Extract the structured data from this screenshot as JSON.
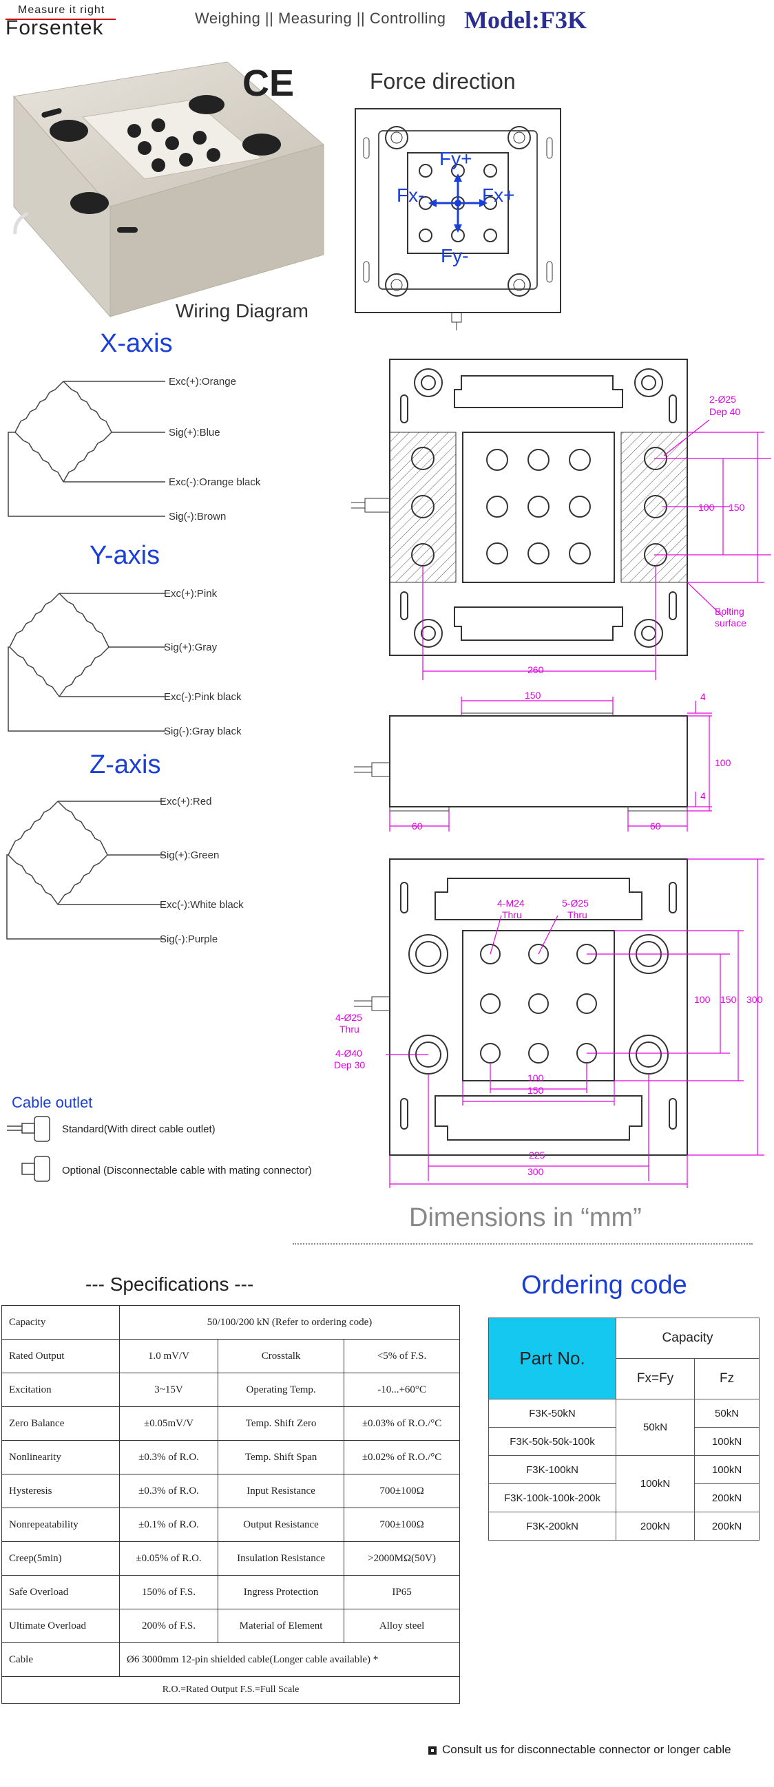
{
  "header": {
    "brand_tagline": "Measure it right",
    "brand": "Forsentek",
    "tagline": "Weighing || Measuring || Controlling",
    "model": "Model:F3K"
  },
  "photo": {
    "ce_mark": "CE"
  },
  "force_direction": {
    "title": "Force direction",
    "labels": {
      "fy_plus": "Fy+",
      "fx_minus": "Fx-",
      "fx_plus": "Fx+",
      "fy_minus": "Fy-"
    }
  },
  "wiring": {
    "title": "Wiring Diagram",
    "axes": [
      {
        "name": "X-axis",
        "labels": [
          "Exc(+):Orange",
          "Sig(+):Blue",
          "Exc(-):Orange black",
          "Sig(-):Brown"
        ]
      },
      {
        "name": "Y-axis",
        "labels": [
          "Exc(+):Pink",
          "Sig(+):Gray",
          "Exc(-):Pink black",
          "Sig(-):Gray black"
        ]
      },
      {
        "name": "Z-axis",
        "labels": [
          "Exc(+):Red",
          "Sig(+):Green",
          "Exc(-):White black",
          "Sig(-):Purple"
        ]
      }
    ]
  },
  "drawings": {
    "top": {
      "hole_note_1": "2-Ø25",
      "hole_note_2": "Dep 40",
      "dim_100": "100",
      "dim_150": "150",
      "bolting_1": "Bolting",
      "bolting_2": "surface",
      "dim_260": "260"
    },
    "side": {
      "dim_150": "150",
      "dim_4a": "4",
      "dim_100": "100",
      "dim_4b": "4",
      "dim_60a": "60",
      "dim_60b": "60"
    },
    "bottom": {
      "m24_1": "4-M24",
      "m24_2": "Thru",
      "d25_1": "5-Ø25",
      "d25_2": "Thru",
      "left_1": "4-Ø25",
      "left_2": "Thru",
      "left_3": "4-Ø40",
      "left_4": "Dep 30",
      "dim_100v": "100",
      "dim_150v": "150",
      "dim_300v": "300",
      "dim_100h": "100",
      "dim_150h": "150",
      "dim_225": "225",
      "dim_300h": "300"
    }
  },
  "cable_outlet": {
    "title": "Cable outlet",
    "standard": "Standard(With direct cable outlet)",
    "optional": "Optional (Disconnectable cable with mating connector)"
  },
  "dimensions_note": "Dimensions in “mm”",
  "specifications": {
    "title": "--- Specifications  ---",
    "capacity_label": "Capacity",
    "capacity_value": "50/100/200 kN (Refer to ordering code)",
    "rows": [
      [
        "Rated Output",
        "1.0 mV/V",
        "Crosstalk",
        "<5% of F.S."
      ],
      [
        "Excitation",
        "3~15V",
        "Operating Temp.",
        "-10...+60°C"
      ],
      [
        "Zero  Balance",
        "±0.05mV/V",
        "Temp. Shift Zero",
        "±0.03% of R.O./°C"
      ],
      [
        "Nonlinearity",
        "±0.3% of R.O.",
        "Temp. Shift Span",
        "±0.02% of R.O./°C"
      ],
      [
        "Hysteresis",
        "±0.3% of R.O.",
        "Input Resistance",
        "700±100Ω"
      ],
      [
        "Nonrepeatability",
        "±0.1% of R.O.",
        "Output Resistance",
        "700±100Ω"
      ],
      [
        "Creep(5min)",
        "±0.05% of R.O.",
        "Insulation Resistance",
        ">2000MΩ(50V)"
      ],
      [
        "Safe Overload",
        "150% of F.S.",
        "Ingress Protection",
        "IP65"
      ],
      [
        "Ultimate Overload",
        "200% of F.S.",
        "Material  of  Element",
        "Alloy steel"
      ]
    ],
    "cable_label": "Cable",
    "cable_value": "Ø6 3000mm 12-pin shielded cable(Longer cable available) *",
    "footnote": "R.O.=Rated Output     F.S.=Full Scale"
  },
  "ordering": {
    "title": "Ordering code",
    "part_no": "Part No.",
    "capacity": "Capacity",
    "fxfy": "Fx=Fy",
    "fz": "Fz",
    "rows": [
      {
        "part": "F3K-50kN",
        "fz": "50kN"
      },
      {
        "part": "F3K-50k-50k-100k",
        "fz": "100kN"
      },
      {
        "part": "F3K-100kN",
        "fz": "100kN"
      },
      {
        "part": "F3K-100k-100k-200k",
        "fz": "200kN"
      },
      {
        "part": "F3K-200kN",
        "fz": "200kN"
      }
    ],
    "fxfy_groups": [
      "50kN",
      "100kN",
      "200kN"
    ]
  },
  "footer_note": "Consult us for disconnectable connector or longer cable",
  "colors": {
    "blue_title": "#1a3fd6",
    "magenta_dim": "#e400e4",
    "cyan_header": "#14c8f0",
    "model_navy": "#2a2f8f"
  }
}
